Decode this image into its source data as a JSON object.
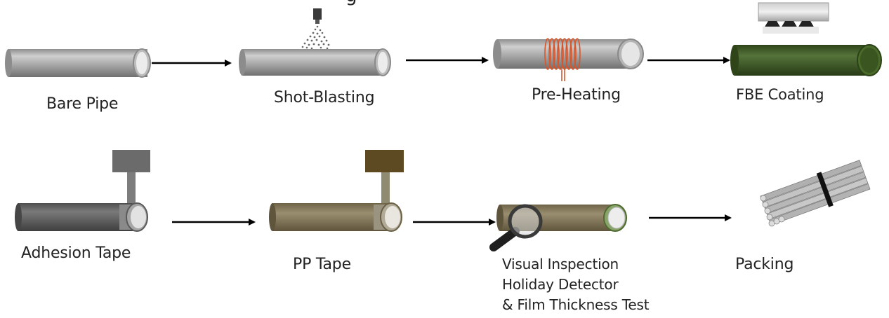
{
  "title_fragment": "g",
  "steps": [
    {
      "label": "Bare Pipe"
    },
    {
      "label": "Shot-Blasting"
    },
    {
      "label": "Pre-Heating"
    },
    {
      "label": "FBE Coating"
    },
    {
      "label": "Adhesion Tape"
    },
    {
      "label": "PP Tape"
    },
    {
      "label": "Visual Inspection",
      "label_2": "Holiday Detector",
      "label_3": "& Film Thickness Test"
    },
    {
      "label": "Packing"
    }
  ],
  "colors": {
    "pipe_gray": "#a8a8a8",
    "pipe_dark": "#5f5f5f",
    "fbe_green": "#3f5a25",
    "pp_tape": "#8a7d5e",
    "pp_block": "#5e4a22",
    "coil": "#d9552a",
    "arrow": "#000000"
  }
}
